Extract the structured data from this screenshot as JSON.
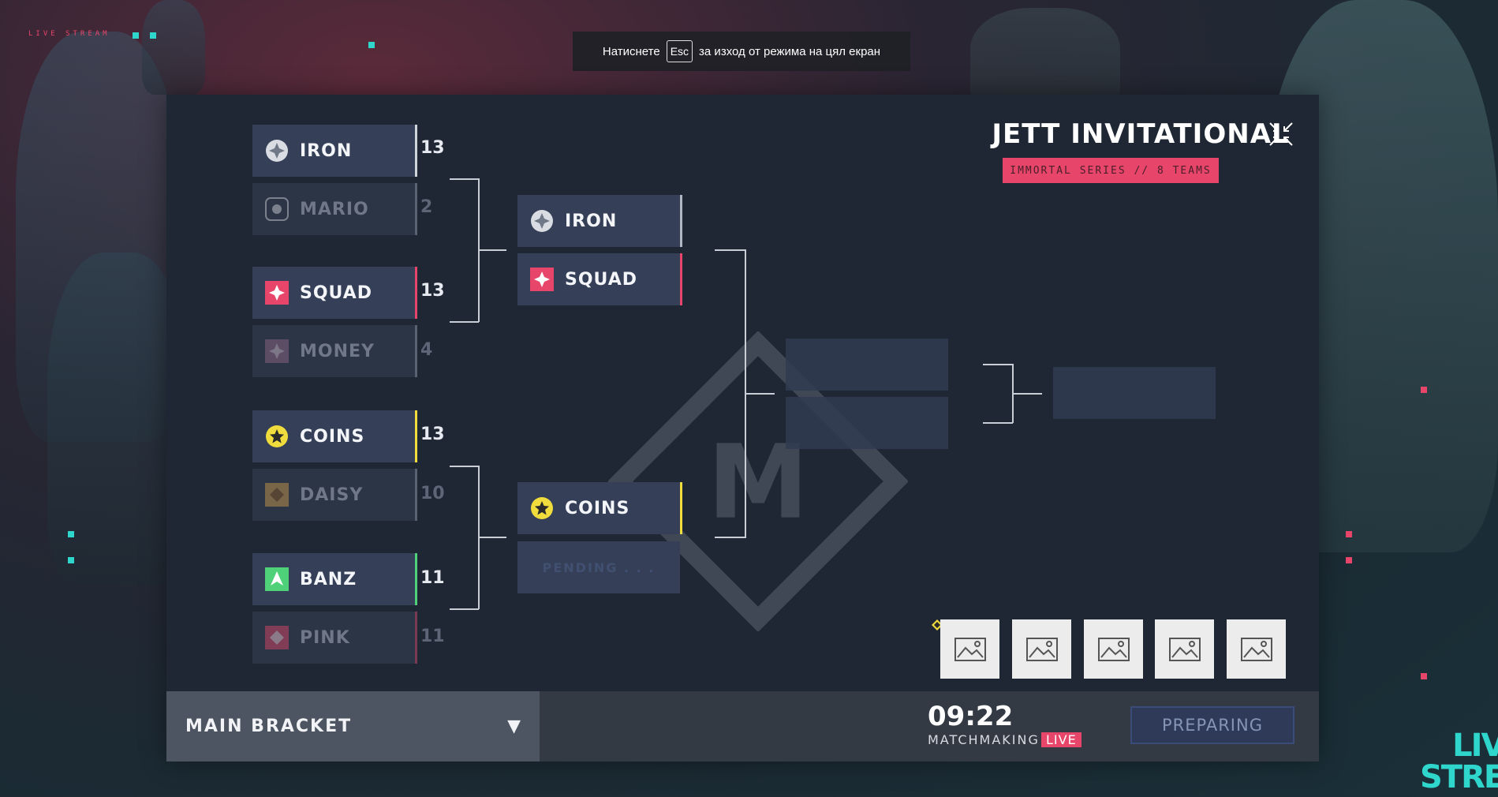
{
  "overlay": {
    "live_stream_small": "LIVE STREAM",
    "live_stream_big_line1": "LIVE",
    "live_stream_big_line2": "STREAM"
  },
  "esc_banner": {
    "before": "Натиснете",
    "key": "Esc",
    "after": "за изход от режима на цял екран"
  },
  "tournament": {
    "title": "JETT INVITATIONAL",
    "subtitle": "IMMORTAL SERIES  //  8 TEAMS"
  },
  "round1": [
    {
      "team": "IRON",
      "score": "13",
      "icon": "iron-icon",
      "winner": true
    },
    {
      "team": "MARIO",
      "score": "2",
      "icon": "mario-icon",
      "winner": false
    },
    {
      "team": "SQUAD",
      "score": "13",
      "icon": "squad-icon",
      "winner": true
    },
    {
      "team": "MONEY",
      "score": "4",
      "icon": "money-icon",
      "winner": false
    },
    {
      "team": "COINS",
      "score": "13",
      "icon": "coins-icon",
      "winner": true
    },
    {
      "team": "DAISY",
      "score": "10",
      "icon": "daisy-icon",
      "winner": false
    },
    {
      "team": "BANZ",
      "score": "11",
      "icon": "banz-icon",
      "winner": true
    },
    {
      "team": "PINK",
      "score": "11",
      "icon": "pink-icon",
      "winner": false
    }
  ],
  "round2": [
    {
      "team": "IRON",
      "icon": "iron-icon"
    },
    {
      "team": "SQUAD",
      "icon": "squad-icon"
    },
    {
      "team": "COINS",
      "icon": "coins-icon"
    },
    {
      "team": "PENDING . . .",
      "icon": ""
    }
  ],
  "colors": {
    "accent_pink": "#e8456a",
    "iron": "#d9dde3",
    "squad": "#e8456a",
    "coins": "#f0dc3c",
    "banz": "#4fd17a",
    "teal": "#2fd6cc"
  },
  "footer": {
    "bracket_label": "MAIN BRACKET",
    "timer": "09:22",
    "matchmaking": "MATCHMAKING",
    "live": "LIVE",
    "status_button": "PREPARING"
  },
  "thumbnails": [
    "image-placeholder-icon",
    "image-placeholder-icon",
    "image-placeholder-icon",
    "image-placeholder-icon",
    "image-placeholder-icon"
  ]
}
